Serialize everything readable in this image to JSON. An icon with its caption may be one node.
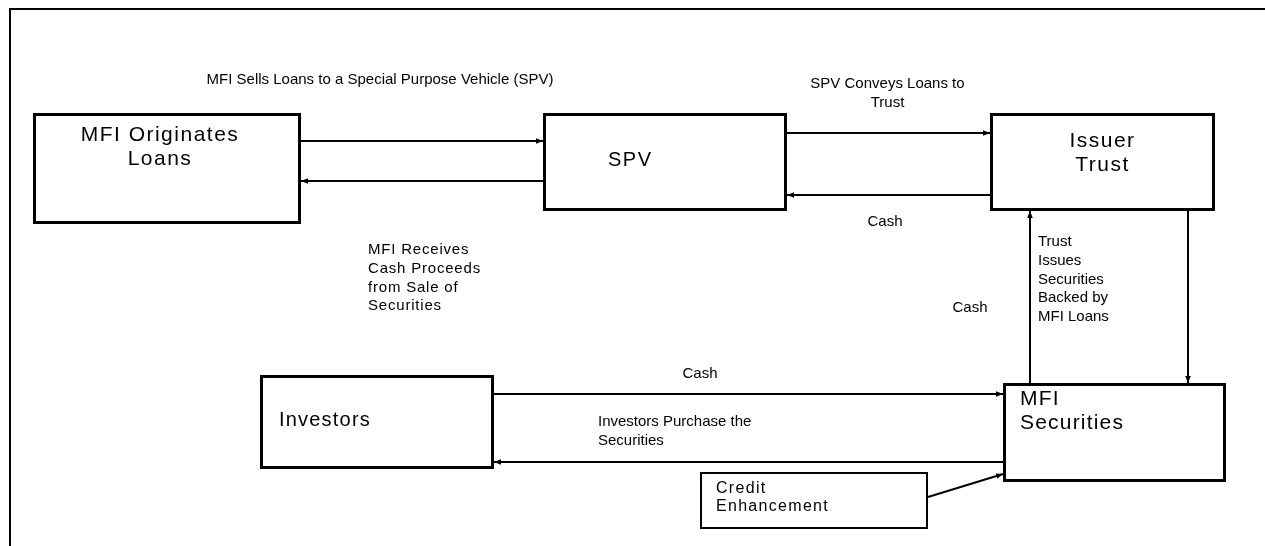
{
  "diagram": {
    "nodes": [
      {
        "text": [
          "MFI Originates Loans"
        ]
      },
      {
        "text": [
          "SPV"
        ]
      },
      {
        "text": [
          "Issuer Trust"
        ]
      },
      {
        "text": [
          "Investors"
        ]
      },
      {
        "text": [
          "MFI Securities"
        ]
      },
      {
        "text": [
          "Credit Enhancement"
        ]
      }
    ],
    "edges": [
      {
        "from": 0,
        "to": 1,
        "arrow": "to"
      },
      {
        "from": 1,
        "to": 0,
        "arrow": "to"
      },
      {
        "from": 1,
        "to": 2,
        "arrow": "to",
        "label": "SPV Conveys Loans to Trust"
      },
      {
        "from": 2,
        "to": 1,
        "arrow": "to",
        "label": "Cash"
      },
      {
        "from": 4,
        "to": 2,
        "arrow": "to",
        "label": "Cash"
      },
      {
        "from": 2,
        "to": 4,
        "arrow": "to"
      },
      {
        "from": 3,
        "to": 4,
        "arrow": "to",
        "label": "Cash"
      },
      {
        "from": 4,
        "to": 3,
        "arrow": "to",
        "label": "Investors Purchase the Securities"
      },
      {
        "from": 5,
        "to": 4,
        "arrow": "to"
      }
    ],
    "labels": [
      "MFI Sells Loans to a Special Purpose Vehicle (SPV)",
      "MFI Receives Cash Proceeds from Sale of Securities",
      "Trust Issues Securities Backed by MFI Loans"
    ]
  }
}
